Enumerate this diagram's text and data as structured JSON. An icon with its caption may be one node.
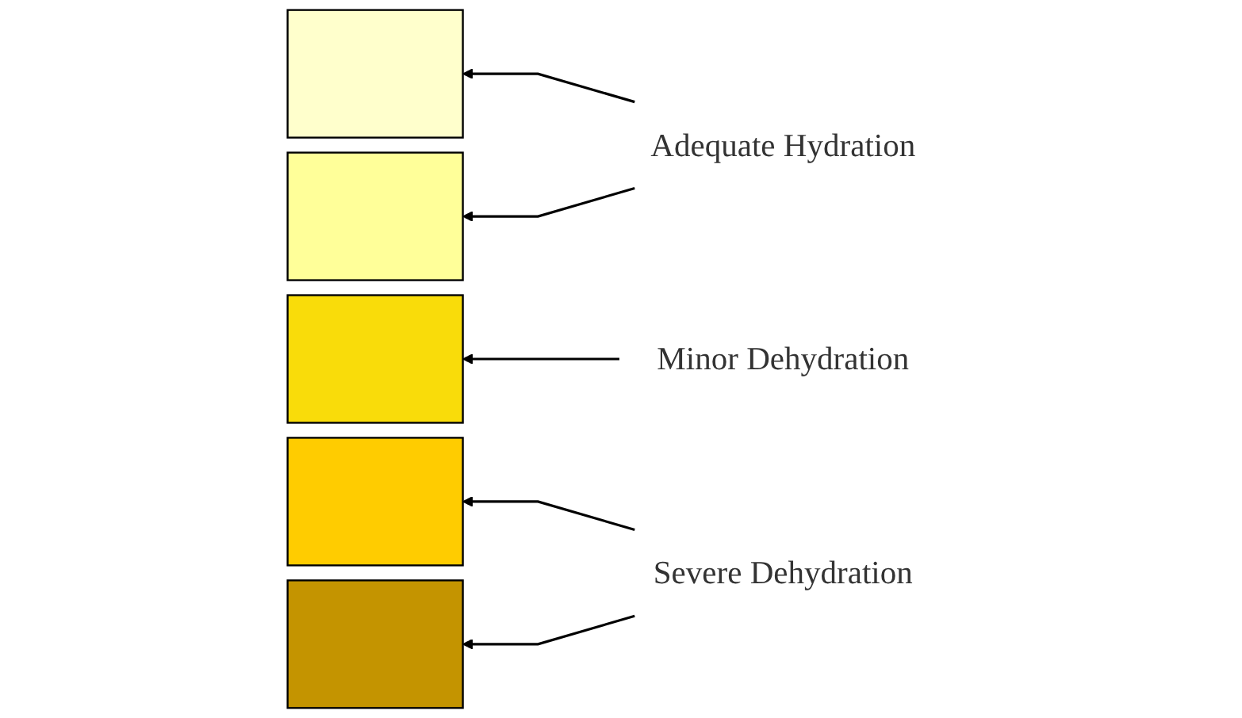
{
  "diagram": {
    "nodes": [
      {
        "text": [],
        "shape": "box"
      },
      {
        "text": [],
        "shape": "box"
      },
      {
        "text": [],
        "shape": "box"
      },
      {
        "text": [],
        "shape": "box"
      },
      {
        "text": [],
        "shape": "box"
      },
      {
        "text": [
          "Adequate Hydration"
        ]
      },
      {
        "text": [
          "Minor Dehydration"
        ]
      },
      {
        "text": [
          "Severe Dehydration"
        ]
      }
    ],
    "edges": [
      {
        "from": 5,
        "to": 0,
        "arrow": "to"
      },
      {
        "from": 5,
        "to": 1,
        "arrow": "to"
      },
      {
        "from": 6,
        "to": 2,
        "arrow": "to"
      },
      {
        "from": 7,
        "to": 3,
        "arrow": "to"
      },
      {
        "from": 7,
        "to": 4,
        "arrow": "to"
      }
    ]
  }
}
